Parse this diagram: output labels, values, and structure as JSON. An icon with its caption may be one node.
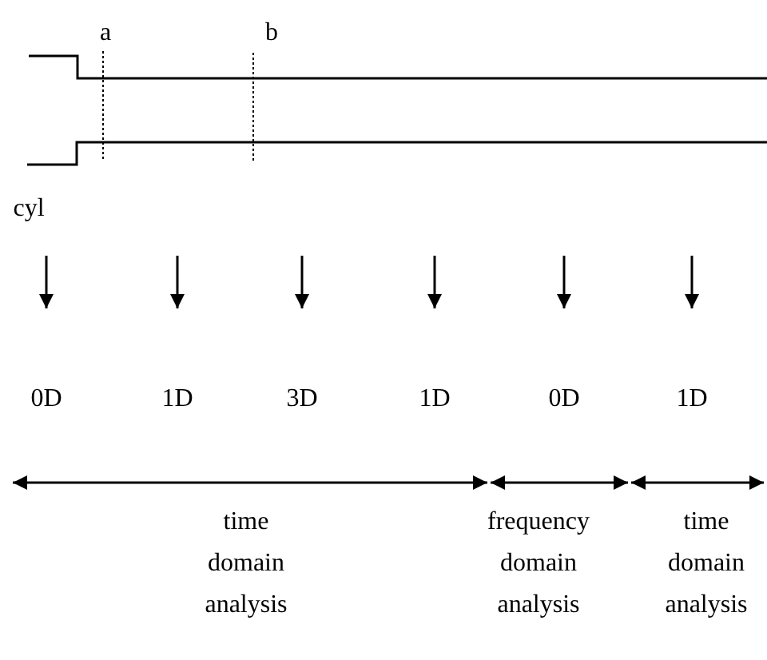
{
  "diagram": {
    "labels": [
      "a",
      "b",
      "cyl",
      "0D",
      "1D",
      "3D",
      "1D",
      "0D",
      "1D",
      "time domain analysis",
      "frequency domain analysis",
      "time domain analysis"
    ]
  }
}
